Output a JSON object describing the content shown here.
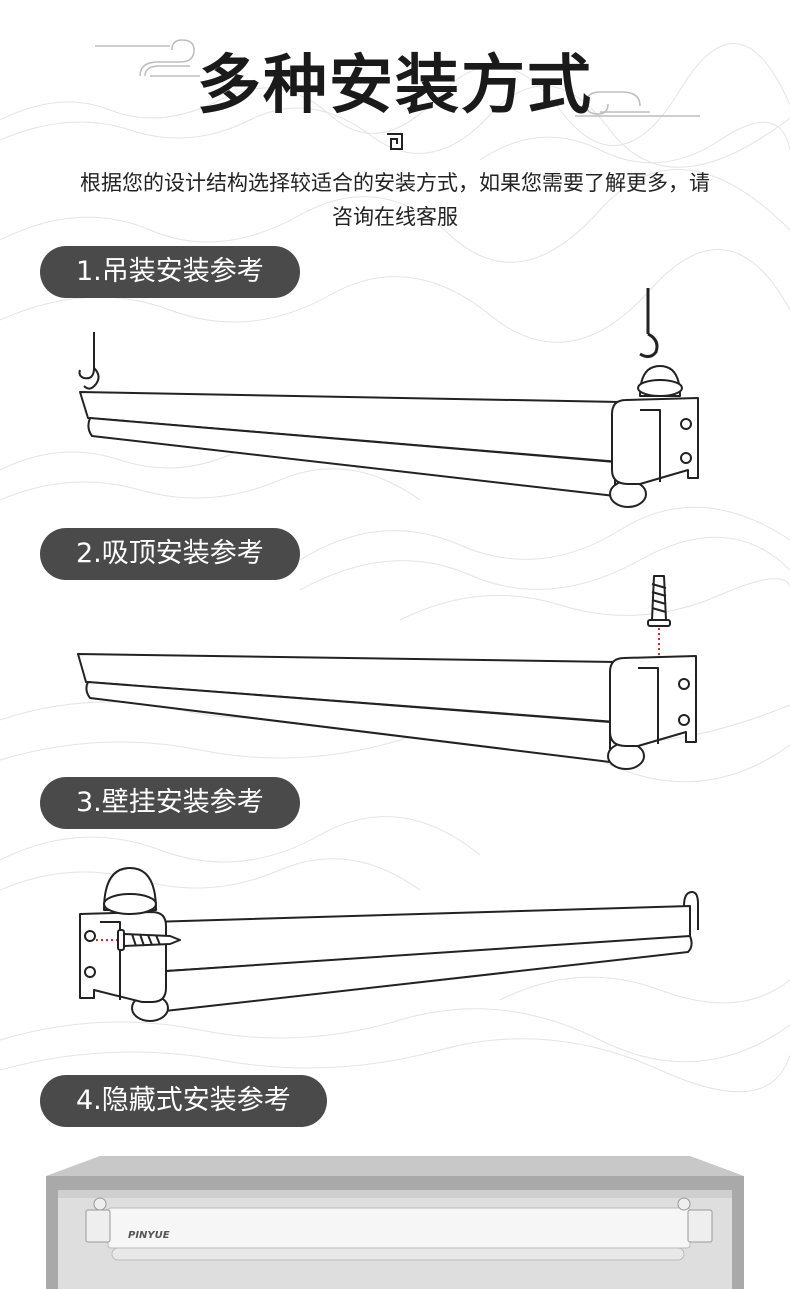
{
  "title": "多种安装方式",
  "subtitle": "根据您的设计结构选择较适合的安装方式，如果您需要了解更多，请咨询在线客服",
  "sections": [
    {
      "label": "1.吊装安装参考"
    },
    {
      "label": "2.吸顶安装参考"
    },
    {
      "label": "3.壁挂安装参考"
    },
    {
      "label": "4.隐藏式安装参考"
    }
  ],
  "brand": "PINYUE",
  "colors": {
    "pill": "#4a4a4a",
    "outline": "#222222",
    "accent_dot": "#d9272e",
    "ceiling": "#a9a9a9"
  }
}
